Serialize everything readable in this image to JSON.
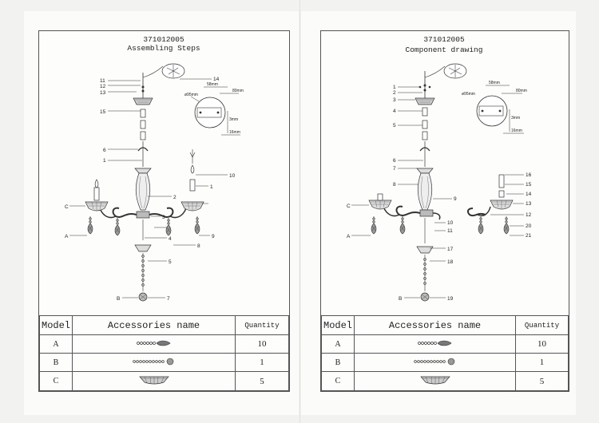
{
  "left_panel": {
    "code": "371012005",
    "title": "Assembling Steps",
    "labels": {
      "n11": "11",
      "n12": "12",
      "n13": "13",
      "n14": "14",
      "n15": "15",
      "n6": "6",
      "n1a": "1",
      "n10": "10",
      "n1b": "1",
      "n2": "2",
      "n3": "3",
      "n4": "4",
      "n8": "8",
      "n9": "9",
      "n5": "5",
      "n7": "7",
      "c": "C",
      "a": "A",
      "b": "B"
    },
    "dims": {
      "d95": "ø95mm",
      "d58": "58mm",
      "d80": "80mm",
      "d3": "3mm",
      "d16": "16mm"
    }
  },
  "right_panel": {
    "code": "371012005",
    "title": "Component drawing",
    "labels": {
      "n1": "1",
      "n2": "2",
      "n3": "3",
      "n4": "4",
      "n5": "5",
      "n6": "6",
      "n7": "7",
      "n8": "8",
      "n9": "9",
      "n10": "10",
      "n11": "11",
      "n12": "12",
      "n13": "13",
      "n14": "14",
      "n15": "15",
      "n16": "16",
      "n17": "17",
      "n18": "18",
      "n19": "19",
      "n20": "20",
      "n21": "21",
      "c": "C",
      "a": "A",
      "b": "B"
    },
    "dims": {
      "d95": "ø95mm",
      "d58": "58mm",
      "d80": "80mm",
      "d3": "3mm",
      "d16": "16mm"
    }
  },
  "table": {
    "headers": {
      "model": "Model",
      "name": "Accessories name",
      "qty": "Quantity"
    },
    "rows": [
      {
        "model": "A",
        "qty": "10",
        "icon": "crystal-drop-chain-icon"
      },
      {
        "model": "B",
        "qty": "1",
        "icon": "crystal-ball-chain-icon"
      },
      {
        "model": "C",
        "qty": "5",
        "icon": "crystal-bowl-icon"
      }
    ]
  }
}
